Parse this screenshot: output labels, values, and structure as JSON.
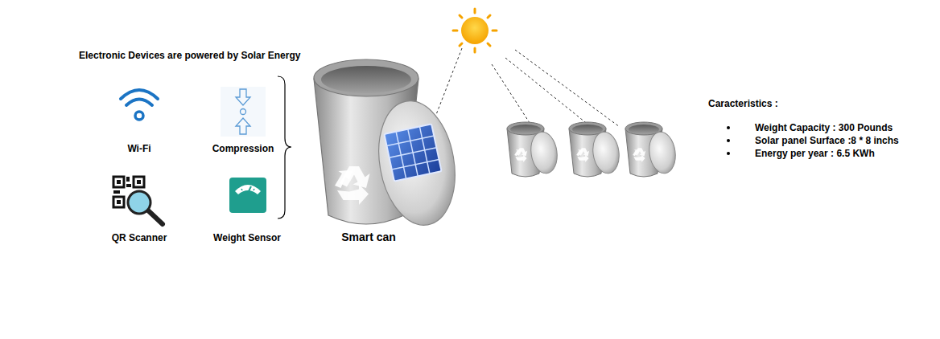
{
  "diagram": {
    "labels": [
      "Electronic Devices are powered by Solar Energy",
      "Wi-Fi",
      "Compression",
      "QR Scanner",
      "Weight Sensor",
      "Smart can",
      "Caracteristics :",
      "Weight Capacity : 300 Pounds",
      "Solar panel Surface :8 * 8 inchs",
      "Energy per year : 6.5 KWh"
    ]
  }
}
